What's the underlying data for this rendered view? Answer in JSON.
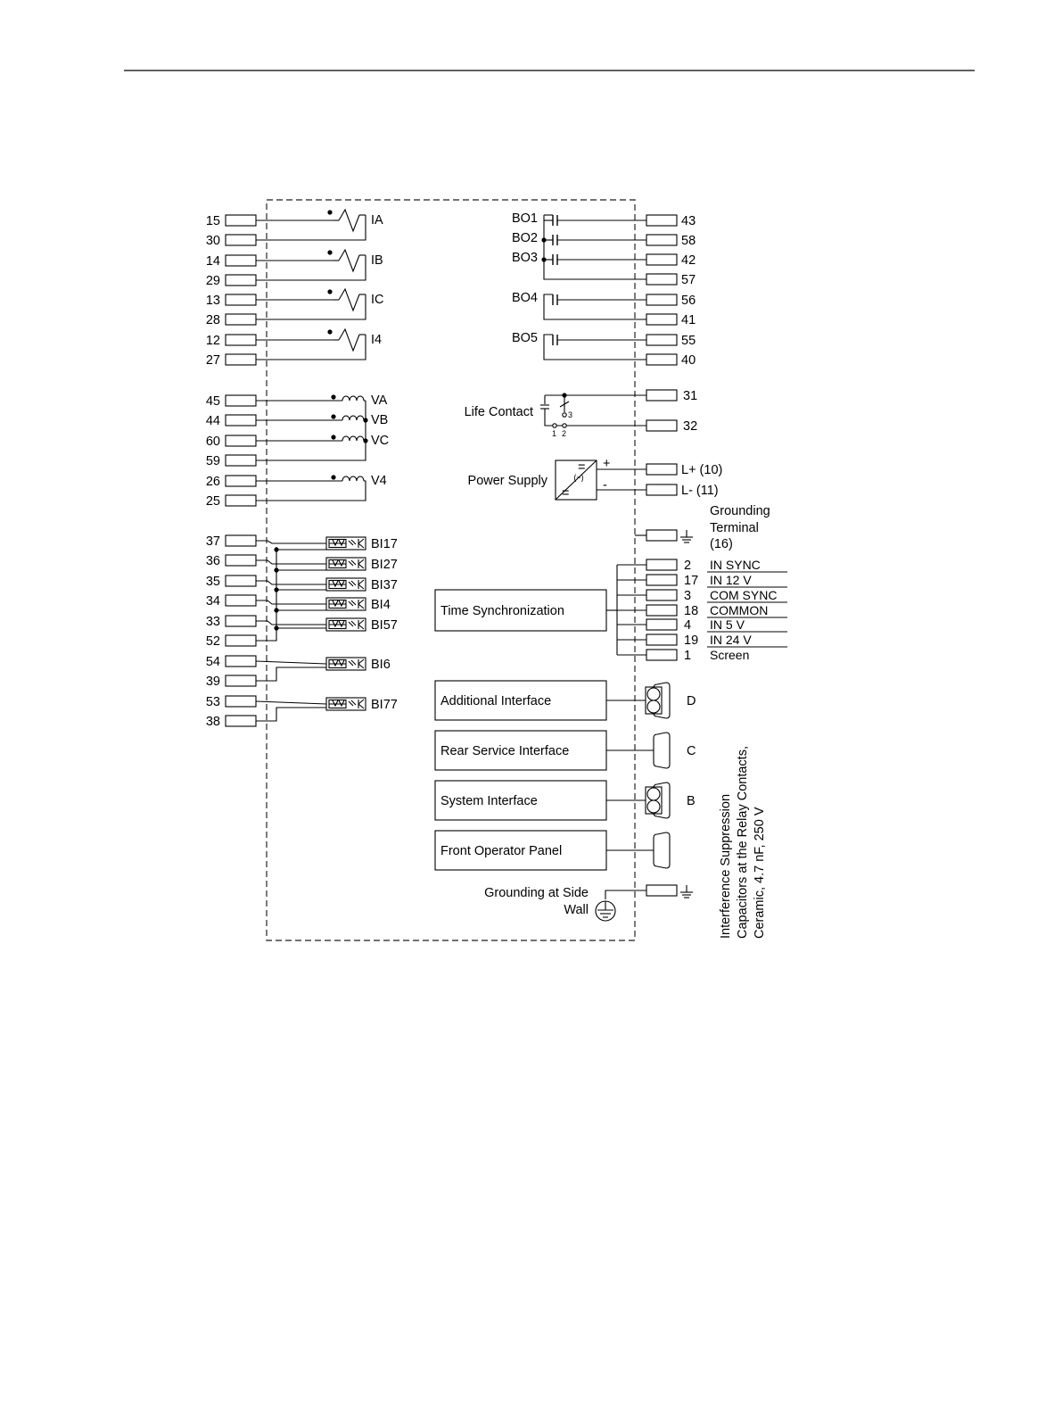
{
  "left_currents": [
    {
      "label": "IA",
      "t1": "15",
      "t2": "30"
    },
    {
      "label": "IB",
      "t1": "14",
      "t2": "29"
    },
    {
      "label": "IC",
      "t1": "13",
      "t2": "28"
    },
    {
      "label": "I4",
      "t1": "12",
      "t2": "27"
    }
  ],
  "left_voltages": {
    "terms": [
      "45",
      "44",
      "60",
      "59",
      "26",
      "25"
    ],
    "labels": [
      "VA",
      "VB",
      "VC",
      "V4"
    ]
  },
  "binary_inputs": {
    "terms": [
      "37",
      "36",
      "35",
      "34",
      "33",
      "52",
      "54",
      "39",
      "53",
      "38"
    ],
    "labels": [
      "BI17",
      "BI27",
      "BI37",
      "BI4",
      "BI57",
      "BI6",
      "BI77"
    ]
  },
  "binary_outputs": {
    "labels": [
      "BO1",
      "BO2",
      "BO3",
      "BO4",
      "BO5"
    ],
    "terms": [
      "43",
      "58",
      "42",
      "57",
      "56",
      "41",
      "55",
      "40"
    ]
  },
  "life_contact": {
    "label": "Life Contact",
    "terms": [
      "31",
      "32"
    ],
    "pins": [
      "1",
      "2",
      "3"
    ]
  },
  "power_supply": {
    "label": "Power Supply",
    "plus": "+",
    "minus": "-",
    "sym": "(~)",
    "eq": "=",
    "t1": "L+ (10)",
    "t2": "L-  (11)"
  },
  "grounding_terminal": {
    "line1": "Grounding",
    "line2": "Terminal",
    "line3": "(16)"
  },
  "time_sync": {
    "label": "Time Synchronization",
    "rows": [
      {
        "num": "2",
        "name": "IN SYNC"
      },
      {
        "num": "17",
        "name": "IN 12 V"
      },
      {
        "num": "3",
        "name": "COM SYNC"
      },
      {
        "num": "18",
        "name": "COMMON"
      },
      {
        "num": "4",
        "name": "IN 5 V"
      },
      {
        "num": "19",
        "name": "IN 24 V"
      },
      {
        "num": "1",
        "name": "Screen"
      }
    ]
  },
  "interfaces": [
    {
      "label": "Additional Interface",
      "port": "D"
    },
    {
      "label": "Rear Service Interface",
      "port": "C"
    },
    {
      "label": "System Interface",
      "port": "B"
    },
    {
      "label": "Front Operator Panel",
      "port": ""
    }
  ],
  "grounding_side": {
    "line1": "Grounding at Side",
    "line2": "Wall"
  },
  "note": {
    "line1": "Interference Suppression",
    "line2": "Capacitors at the Relay Contacts,",
    "line3": "Ceramic, 4.7 nF, 250 V"
  }
}
